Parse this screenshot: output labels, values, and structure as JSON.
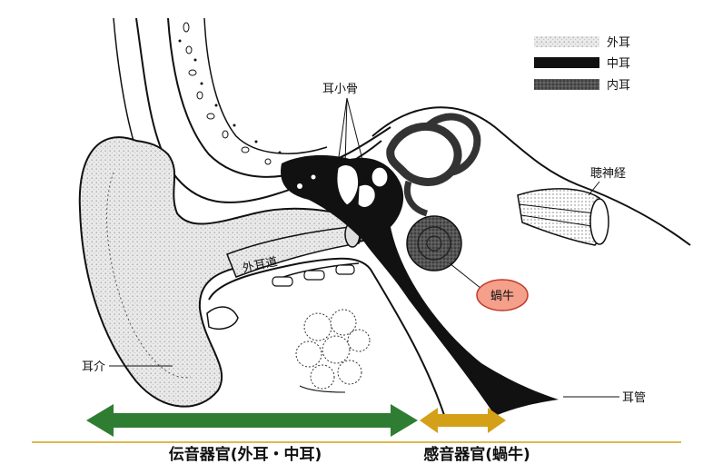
{
  "legend": [
    {
      "label": "外耳",
      "style": "light-stipple"
    },
    {
      "label": "中耳",
      "style": "black"
    },
    {
      "label": "内耳",
      "style": "dark-stipple"
    }
  ],
  "labels": {
    "ossicles": "耳小骨",
    "auditory_nerve": "聴神経",
    "ear_canal": "外耳道",
    "cochlea": "蝸牛",
    "auricle": "耳介",
    "eustachian_tube": "耳管"
  },
  "captions": {
    "conductive": "伝音器官(外耳・中耳)",
    "sensory": "感音器官(蝸牛)"
  },
  "colors": {
    "conductive_arrow": "#2e7d32",
    "sensory_arrow": "#d4a017",
    "cochlea_highlight": "#f4a08a",
    "divider": "#d4a017"
  }
}
